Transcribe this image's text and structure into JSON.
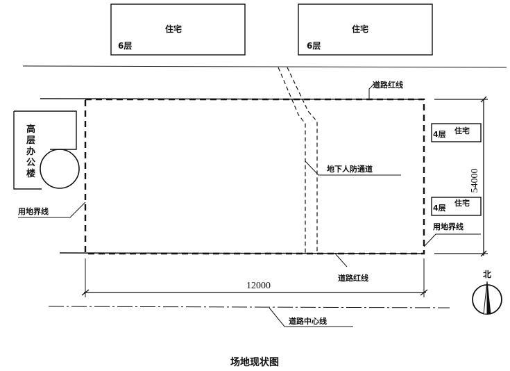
{
  "caption": "场地现状图",
  "buildings": {
    "north_left": {
      "label": "住宅",
      "floors": "6层"
    },
    "north_right": {
      "label": "住宅",
      "floors": "6层"
    },
    "east_top": {
      "label": "住宅",
      "floors": "4层"
    },
    "east_bottom": {
      "label": "住宅",
      "floors": "4层"
    },
    "office": {
      "label": [
        "高",
        "层",
        "办",
        "公",
        "楼"
      ]
    }
  },
  "annotations": {
    "road_red_line_top": "道路红线",
    "road_red_line_bottom": "道路红线",
    "underground_passage": "地下人防通道",
    "site_boundary_left": "用地界线",
    "site_boundary_right": "用地界线",
    "road_center_line": "道路中心线"
  },
  "dimensions": {
    "width": "12000",
    "height": "54000"
  },
  "north_arrow": {
    "label": "北"
  }
}
